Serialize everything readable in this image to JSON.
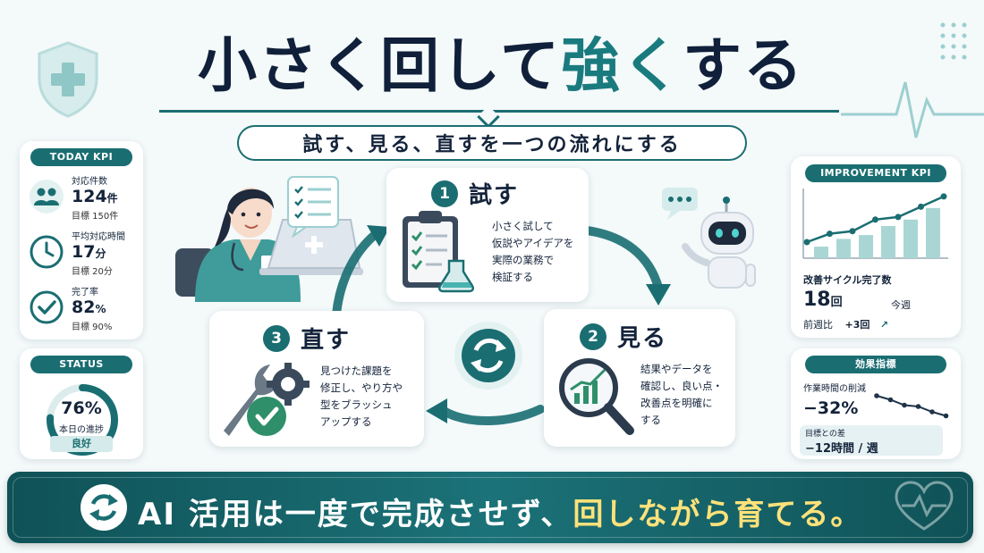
{
  "header": {
    "title_part1": "小さく回して",
    "title_highlight": "強く",
    "title_part2": "する",
    "subtitle": "試す、見る、直すを一つの流れにする"
  },
  "today_kpi": {
    "label": "TODAY KPI",
    "items": [
      {
        "label": "対応件数",
        "value": "124",
        "unit": "件",
        "target": "目標 150件",
        "icon": "people-icon"
      },
      {
        "label": "平均対応時間",
        "value": "17",
        "unit": "分",
        "target": "目標 20分",
        "icon": "clock-icon"
      },
      {
        "label": "完了率",
        "value": "82",
        "unit": "%",
        "target": "目標 90%",
        "icon": "check-circle-icon"
      }
    ]
  },
  "status": {
    "label": "STATUS",
    "progress_percent": 76,
    "value": "76%",
    "caption": "本日の進捗",
    "badge": "良好"
  },
  "steps": [
    {
      "num": "1",
      "name": "試す",
      "desc": [
        "小さく試して",
        "仮説やアイデアを",
        "実際の業務で",
        "検証する"
      ],
      "icon": "clipboard-checklist-icon"
    },
    {
      "num": "2",
      "name": "見る",
      "desc": [
        "結果やデータを",
        "確認し、良い点・",
        "改善点を明確に",
        "する"
      ],
      "icon": "magnifier-chart-icon"
    },
    {
      "num": "3",
      "name": "直す",
      "desc": [
        "見つけた課題を",
        "修正し、やり方や",
        "型をブラッシュ",
        "アップする"
      ],
      "icon": "wrench-gear-icon"
    }
  ],
  "improvement_kpi": {
    "label": "IMPROVEMENT KPI",
    "bar_levels": [
      0.18,
      0.3,
      0.36,
      0.5,
      0.6,
      0.78
    ],
    "line_levels": [
      0.25,
      0.38,
      0.42,
      0.6,
      0.64,
      0.8,
      0.96
    ],
    "metric_label": "改善サイクル完了数",
    "value": "18",
    "unit": "回",
    "period": "今週",
    "compare_label": "前週比",
    "compare_value": "+3回",
    "compare_arrow": "↗"
  },
  "effect": {
    "label": "効果指標",
    "metric_label": "作業時間の削減",
    "value": "−32%",
    "trend_levels": [
      0.9,
      0.75,
      0.55,
      0.5,
      0.3,
      0.15
    ],
    "gap_label": "目標との差",
    "gap_value": "−12時間 / 週"
  },
  "banner": {
    "part1": "AI 活用は一度で完成させず、",
    "highlight": "回しながら育てる。"
  },
  "colors": {
    "teal": "#1a6e72",
    "accent": "#1a7b7f",
    "navy": "#13233a",
    "highlight_yellow": "#ffe27a"
  }
}
